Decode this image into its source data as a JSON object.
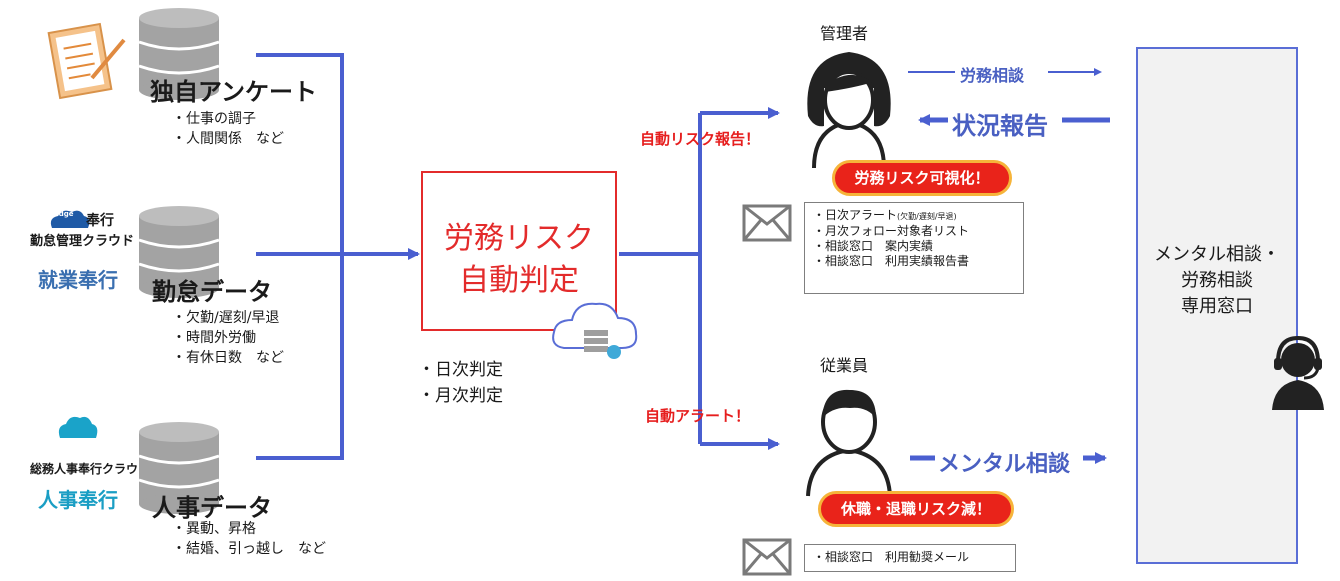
{
  "sources": [
    {
      "title": "独自アンケート",
      "items": [
        "・仕事の調子",
        "・人間関係　など"
      ]
    },
    {
      "title": "勤怠データ",
      "logo_top_a": "Edge",
      "logo_top_b": "奉行",
      "logo_mid": "勤怠管理クラウド",
      "logo_word": "就業奉行",
      "items": [
        "・欠勤/遅刻/早退",
        "・時間外労働",
        "・有休日数　など"
      ]
    },
    {
      "title": "人事データ",
      "logo_mid": "総務人事奉行クラウド",
      "logo_word": "人事奉行",
      "items": [
        "・異動、昇格",
        "・結婚、引っ越し　など"
      ]
    }
  ],
  "center": {
    "line1": "労務リスク",
    "line2": "自動判定",
    "judgments": [
      "・日次判定",
      "・月次判定"
    ]
  },
  "branches": {
    "manager_label": "自動リスク報告！",
    "employee_label": "自動アラート！"
  },
  "manager": {
    "title": "管理者",
    "badge": "労務リスク可視化！",
    "notices": [
      "・日次アラート",
      "(欠勤/遅刻/早退)",
      "・月次フォロー対象者リスト",
      "・相談窓口　案内実績",
      "・相談窓口　利用実績報告書"
    ]
  },
  "employee": {
    "title": "従業員",
    "badge": "休職・退職リスク減！",
    "notices": [
      "・相談窓口　利用勧奨メール"
    ]
  },
  "flows": {
    "to_desk_top": "労務相談",
    "from_desk": "状況報告",
    "to_desk_bottom": "メンタル相談"
  },
  "desk": {
    "lines": [
      "メンタル相談・",
      "労務相談",
      "専用窓口"
    ]
  },
  "colors": {
    "blue_line": "#4a5fd0",
    "red_text": "#e61e1e",
    "pill_red": "#e9231a",
    "pill_border": "#f6b43a",
    "db_gray": "#9e9e9e"
  }
}
